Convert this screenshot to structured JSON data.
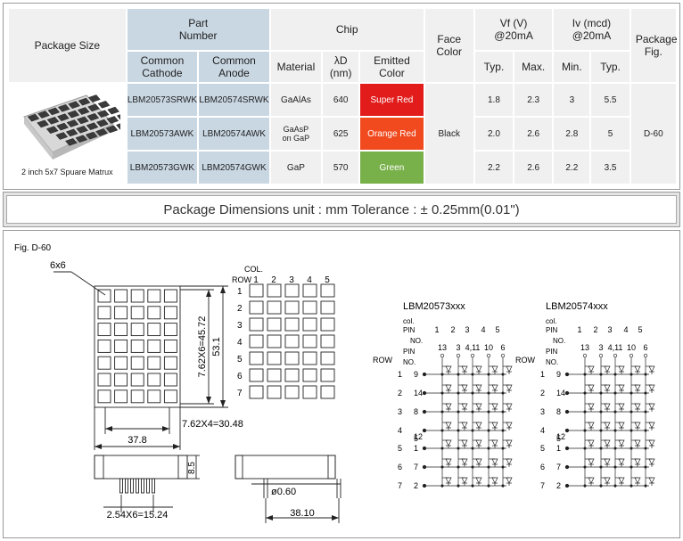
{
  "headers": {
    "package_size": "Package Size",
    "part_number": "Part Number",
    "common_cathode": "Common Cathode",
    "common_anode": "Common Anode",
    "chip": "Chip",
    "material": "Material",
    "lambda": "λD (nm)",
    "emitted": "Emitted Color",
    "face_color": "Face Color",
    "vf": "Vf (V) @20mA",
    "iv": "Iv (mcd) @20mA",
    "typ": "Typ.",
    "max": "Max.",
    "min": "Min.",
    "typ2": "Typ.",
    "fig": "Package Fig."
  },
  "package_caption": "2 inch 5x7 Spuare Matrux",
  "face_color_value": "Black",
  "package_fig_value": "D-60",
  "rows": [
    {
      "cathode": "LBM20573SRWK",
      "anode": "LBM20574SRWK",
      "material": "GaAlAs",
      "wavelength": "640",
      "color": "Super Red",
      "color_hex": "#e21b1b",
      "vf_typ": "1.8",
      "vf_max": "2.3",
      "iv_min": "3",
      "iv_typ": "5.5"
    },
    {
      "cathode": "LBM20573AWK",
      "anode": "LBM20574AWK",
      "material": "GaAsP on GaP",
      "wavelength": "625",
      "color": "Orange Red",
      "color_hex": "#f04a1e",
      "vf_typ": "2.0",
      "vf_max": "2.6",
      "iv_min": "2.8",
      "iv_typ": "5"
    },
    {
      "cathode": "LBM20573GWK",
      "anode": "LBM20574GWK",
      "material": "GaP",
      "wavelength": "570",
      "color": "Green",
      "color_hex": "#78b04a",
      "vf_typ": "2.2",
      "vf_max": "2.6",
      "iv_min": "2.2",
      "iv_typ": "3.5"
    }
  ],
  "section_title": "Package Dimensions   unit : mm  Tolerance : ± 0.25mm(0.01\")",
  "drawing": {
    "fig_label": "Fig. D-60",
    "dot_label": "6x6",
    "dim_height_inner": "7.62X6=45.72",
    "dim_height_outer": "53.1",
    "dim_width_inner": "7.62X4=30.48",
    "dim_width_outer": "37.8",
    "dim_depth": "8.5",
    "dim_pin_pitch": "2.54X6=15.24",
    "dim_pin_dia": "ø0.60",
    "dim_row_span": "38.10",
    "col_label": "COL.",
    "row_label": "ROW",
    "col_numbers": [
      "1",
      "2",
      "3",
      "4",
      "5"
    ],
    "row_numbers": [
      "1",
      "2",
      "3",
      "4",
      "5",
      "6",
      "7"
    ],
    "circuit_a": {
      "title": "LBM20573xxx",
      "col_word": "col.",
      "pin_word": "PIN",
      "no_word": "NO.",
      "col_numbers": [
        "1",
        "2",
        "3",
        "4",
        "5"
      ],
      "col_pins": [
        "13",
        "3",
        "4,11",
        "10",
        "6"
      ],
      "row_pins": [
        "9",
        "14",
        "8",
        "12",
        "1",
        "7",
        "2"
      ],
      "row_pins_extra": "5"
    },
    "circuit_b": {
      "title": "LBM20574xxx",
      "col_word": "col.",
      "pin_word": "PIN",
      "no_word": "NO.",
      "col_numbers": [
        "1",
        "2",
        "3",
        "4",
        "5"
      ],
      "col_pins": [
        "13",
        "3",
        "4,11",
        "10",
        "6"
      ],
      "row_pins": [
        "9",
        "14",
        "8",
        "12",
        "1",
        "7",
        "2"
      ],
      "row_pins_extra": "5"
    }
  },
  "colors": {
    "header_blue": "#c9d7e3",
    "cell_gray": "#f0f0f0",
    "line": "#222222"
  }
}
